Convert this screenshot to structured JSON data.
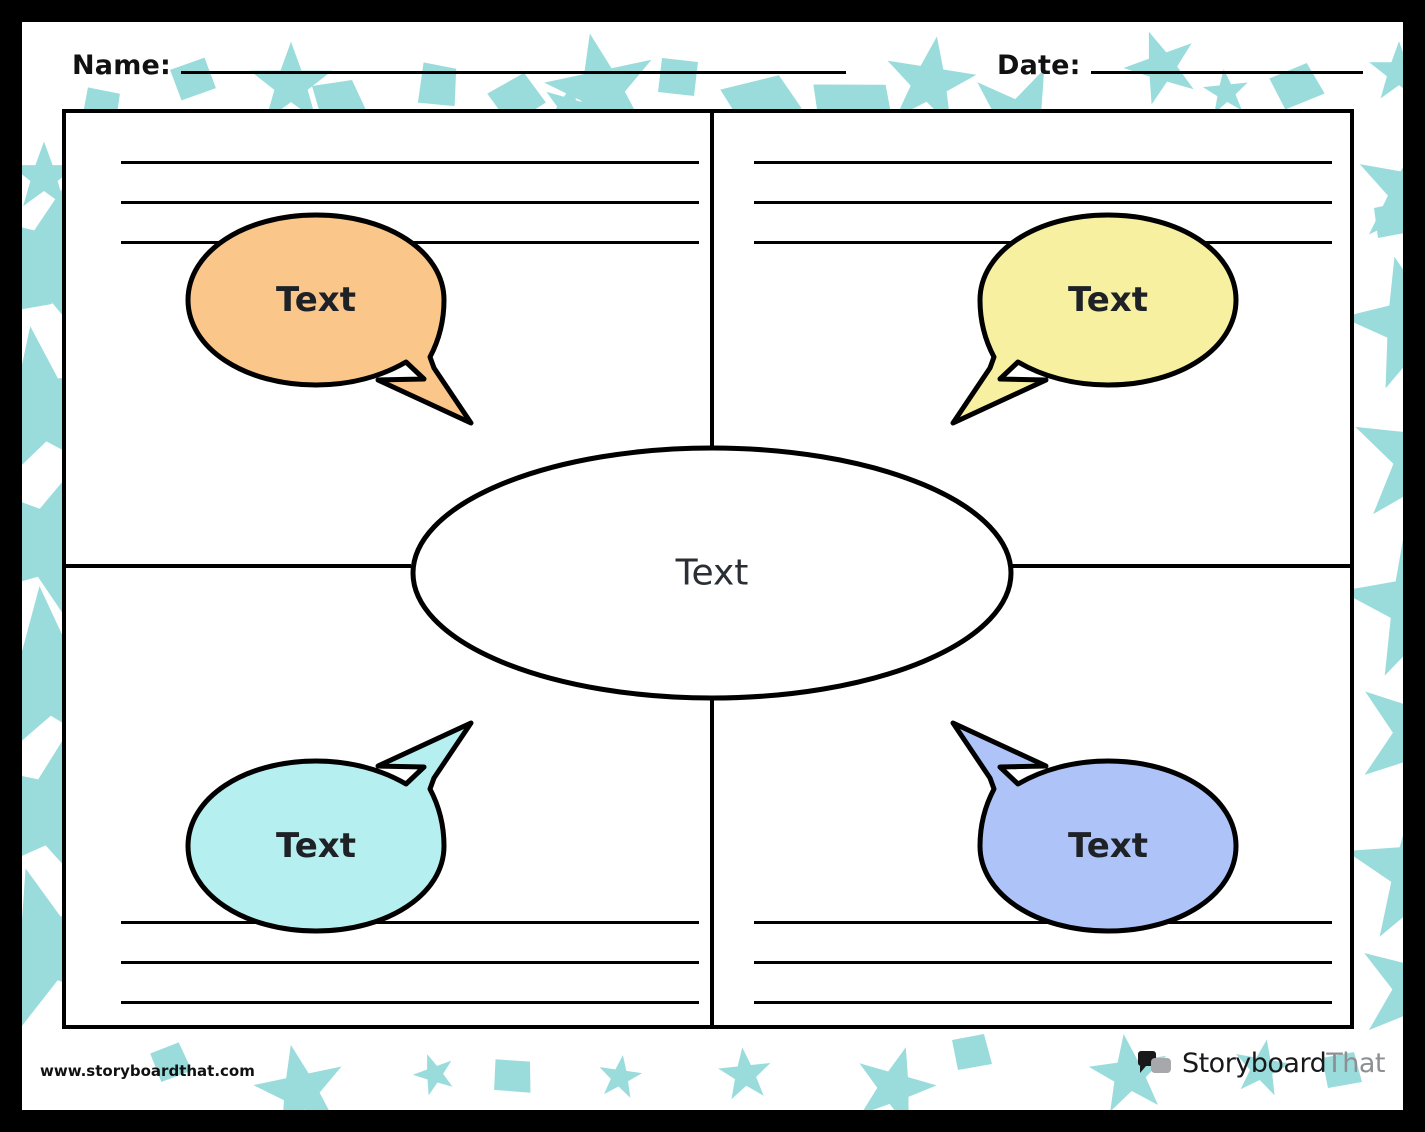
{
  "document": {
    "type": "worksheet",
    "title": "Spider Map / Concept Web Worksheet",
    "background_color": "#ffffff",
    "border_color": "#000000",
    "confetti_color": "#9adcdc"
  },
  "header": {
    "name_label": "Name:",
    "date_label": "Date:"
  },
  "center": {
    "label": "Text",
    "fill": "#ffffff",
    "stroke": "#000000"
  },
  "bubbles": [
    {
      "id": "top-left",
      "label": "Text",
      "fill": "#fbc68a",
      "stroke": "#000000",
      "tail_direction": "down-right"
    },
    {
      "id": "top-right",
      "label": "Text",
      "fill": "#f7f0a0",
      "stroke": "#000000",
      "tail_direction": "down-left"
    },
    {
      "id": "bottom-left",
      "label": "Text",
      "fill": "#b5efef",
      "stroke": "#000000",
      "tail_direction": "up-right"
    },
    {
      "id": "bottom-right",
      "label": "Text",
      "fill": "#aec4f9",
      "stroke": "#000000",
      "tail_direction": "up-left"
    }
  ],
  "quadrants": [
    {
      "id": "top-left",
      "writing_lines": 3
    },
    {
      "id": "top-right",
      "writing_lines": 3
    },
    {
      "id": "bottom-left",
      "writing_lines": 3
    },
    {
      "id": "bottom-right",
      "writing_lines": 3
    }
  ],
  "footer": {
    "url": "www.storyboardthat.com",
    "brand_primary": "Storyboard",
    "brand_secondary": "That"
  }
}
